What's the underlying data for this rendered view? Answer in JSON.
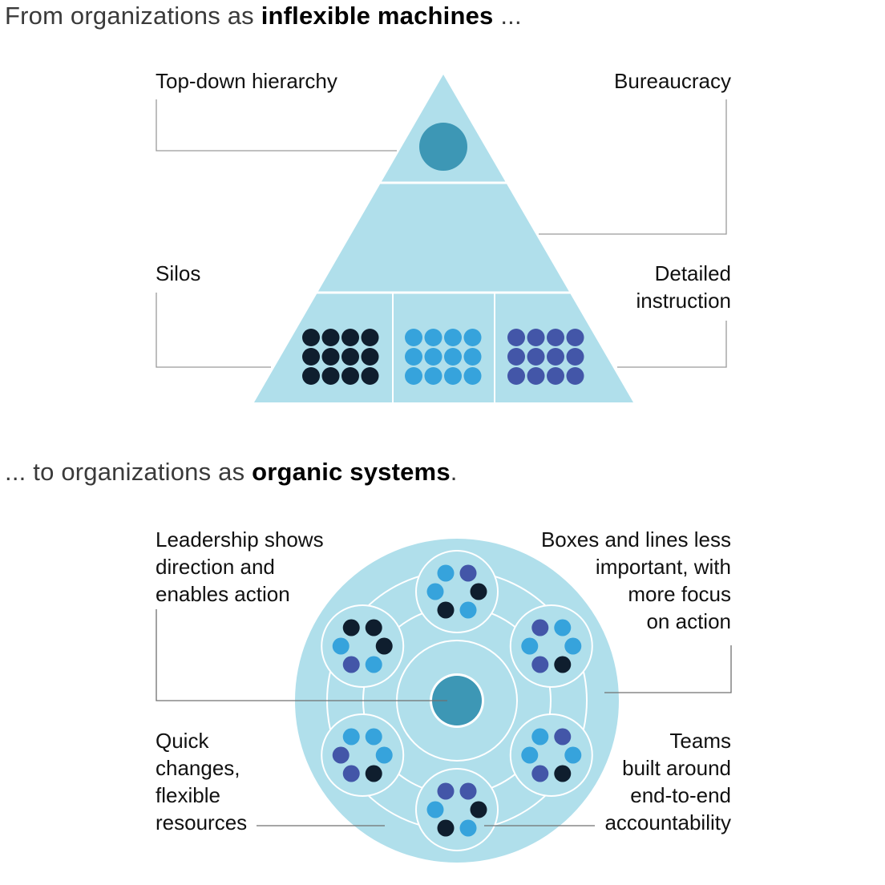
{
  "headings": {
    "top": {
      "prefix": "From organizations as ",
      "bold": "inflexible machines",
      "suffix": " ..."
    },
    "bottom": {
      "prefix": "... to organizations as ",
      "bold": "organic systems",
      "suffix": "."
    }
  },
  "colors": {
    "light_blue": "#b0dfeb",
    "teal": "#3d97b5",
    "navy": "#0f1e2e",
    "sky": "#36a3dc",
    "indigo": "#4356a8",
    "leader": "#9a9a9a",
    "divider": "#ffffff"
  },
  "machine": {
    "labels": {
      "top_left": "Top-down hierarchy",
      "top_right": "Bureaucracy",
      "bottom_left": "Silos",
      "bottom_right": "Detailed\ninstruction"
    },
    "silos": [
      {
        "name": "silo-1",
        "color": "navy",
        "rows": 3,
        "cols": 4
      },
      {
        "name": "silo-2",
        "color": "sky",
        "rows": 3,
        "cols": 4
      },
      {
        "name": "silo-3",
        "color": "indigo",
        "rows": 3,
        "cols": 4
      }
    ]
  },
  "organic": {
    "labels": {
      "top_left": "Leadership shows\ndirection and\nenables action",
      "top_right": "Boxes and lines less\nimportant, with\nmore focus\non action",
      "bottom_left": "Quick\nchanges,\nflexible\nresources",
      "bottom_right": "Teams\nbuilt around\nend-to-end\naccountability"
    },
    "teams": [
      {
        "position": "top",
        "dots": [
          "sky",
          "indigo",
          "sky",
          "navy",
          "navy",
          "sky"
        ]
      },
      {
        "position": "upper-right",
        "dots": [
          "indigo",
          "sky",
          "sky",
          "sky",
          "indigo",
          "navy"
        ]
      },
      {
        "position": "lower-right",
        "dots": [
          "sky",
          "indigo",
          "sky",
          "sky",
          "indigo",
          "navy"
        ]
      },
      {
        "position": "bottom",
        "dots": [
          "indigo",
          "indigo",
          "sky",
          "navy",
          "navy",
          "sky"
        ]
      },
      {
        "position": "lower-left",
        "dots": [
          "sky",
          "sky",
          "indigo",
          "sky",
          "indigo",
          "navy"
        ]
      },
      {
        "position": "upper-left",
        "dots": [
          "navy",
          "navy",
          "sky",
          "navy",
          "indigo",
          "sky"
        ]
      }
    ]
  }
}
